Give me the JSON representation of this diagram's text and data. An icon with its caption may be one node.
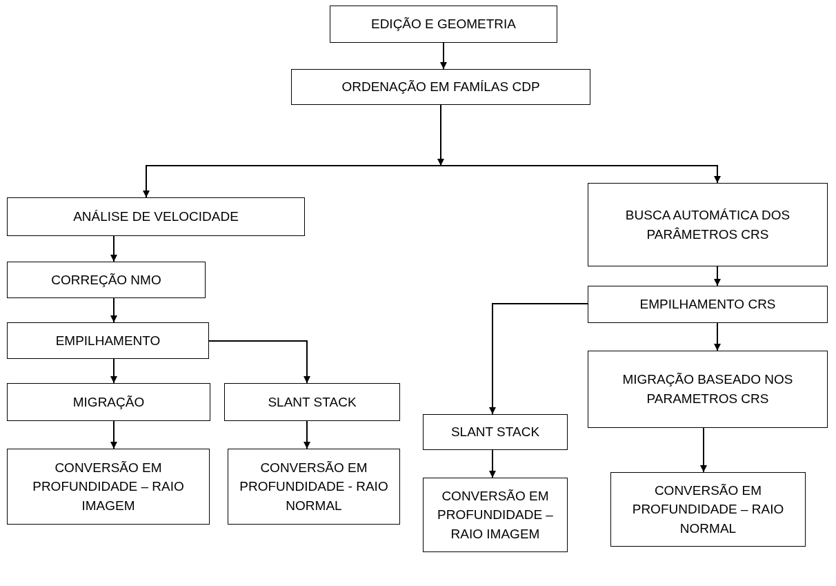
{
  "diagram": {
    "nodes": [
      {
        "text": [
          "EDIÇÃO E GEOMETRIA"
        ]
      },
      {
        "text": [
          "ORDENAÇÃO EM FAMÍLAS CDP"
        ]
      },
      {
        "text": [
          "ANÁLISE DE VELOCIDADE"
        ]
      },
      {
        "text": [
          "BUSCA AUTOMÁTICA DOS PARÂMETROS CRS"
        ]
      },
      {
        "text": [
          "CORREÇÃO NMO"
        ]
      },
      {
        "text": [
          "EMPILHAMENTO"
        ]
      },
      {
        "text": [
          "EMPILHAMENTO CRS"
        ]
      },
      {
        "text": [
          "MIGRAÇÃO"
        ]
      },
      {
        "text": [
          "SLANT STACK"
        ]
      },
      {
        "text": [
          "SLANT STACK"
        ]
      },
      {
        "text": [
          "MIGRAÇÃO BASEADO NOS PARAMETROS CRS"
        ]
      },
      {
        "text": [
          "CONVERSÃO EM PROFUNDIDADE – RAIO IMAGEM"
        ]
      },
      {
        "text": [
          "CONVERSÃO EM PROFUNDIDADE - RAIO NORMAL"
        ]
      },
      {
        "text": [
          "CONVERSÃO EM PROFUNDIDADE – RAIO IMAGEM"
        ]
      },
      {
        "text": [
          "CONVERSÃO EM PROFUNDIDADE – RAIO NORMAL"
        ]
      }
    ],
    "edges": [
      {
        "from": 0,
        "to": 1,
        "arrow": "to"
      },
      {
        "from": 1,
        "to": 2,
        "arrow": "to"
      },
      {
        "from": 1,
        "to": 3,
        "arrow": "to"
      },
      {
        "from": 2,
        "to": 4,
        "arrow": "to"
      },
      {
        "from": 4,
        "to": 5,
        "arrow": "to"
      },
      {
        "from": 5,
        "to": 7,
        "arrow": "to"
      },
      {
        "from": 5,
        "to": 8,
        "arrow": "to"
      },
      {
        "from": 3,
        "to": 6,
        "arrow": "to"
      },
      {
        "from": 6,
        "to": 9,
        "arrow": "to"
      },
      {
        "from": 6,
        "to": 10,
        "arrow": "to"
      },
      {
        "from": 7,
        "to": 11,
        "arrow": "to"
      },
      {
        "from": 8,
        "to": 12,
        "arrow": "to"
      },
      {
        "from": 9,
        "to": 13,
        "arrow": "to"
      },
      {
        "from": 10,
        "to": 14,
        "arrow": "to"
      }
    ]
  }
}
